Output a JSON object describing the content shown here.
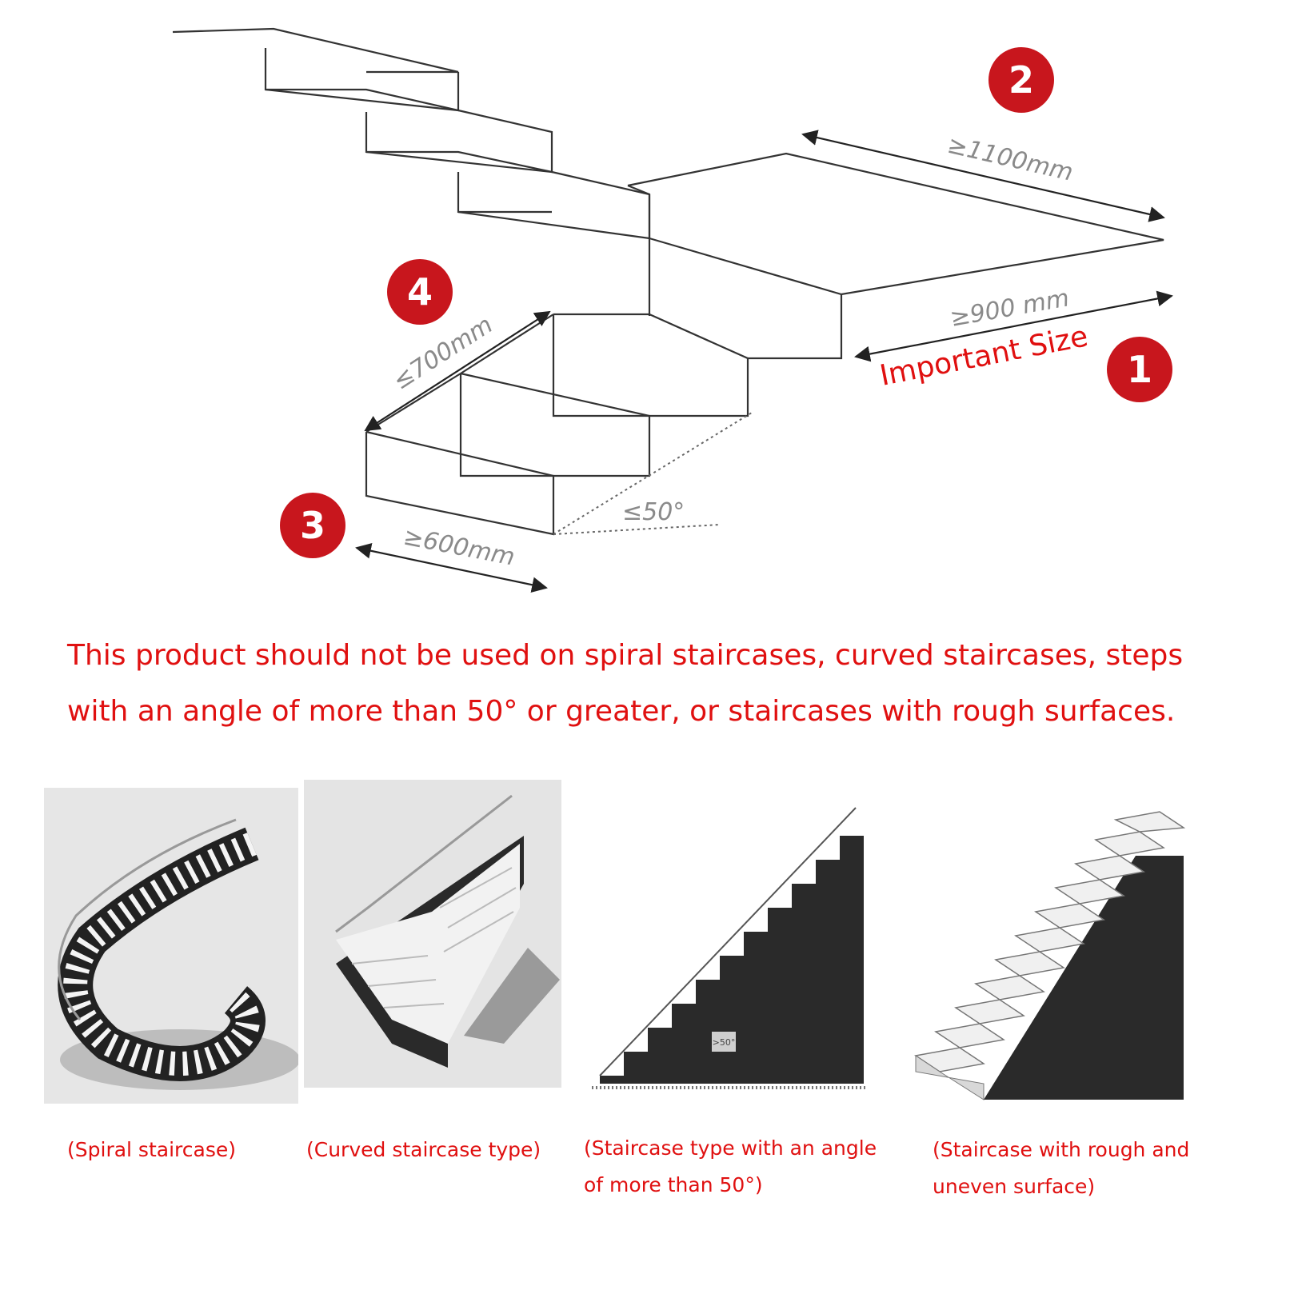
{
  "diagram": {
    "badges": [
      "1",
      "2",
      "3",
      "4"
    ],
    "dimensions": {
      "width_landing": "≥1100mm",
      "width_flight": "≥900 mm",
      "tread_depth": "≥600mm",
      "step_width": "≤700mm",
      "angle": "≤50°"
    },
    "important_label": "Important Size",
    "badge_color": "#c8161d"
  },
  "warning": {
    "line1": "This product should not be used on spiral staircases, curved staircases, steps",
    "line2": "with an angle of more than 50° or greater, or staircases with rough surfaces."
  },
  "examples": [
    {
      "icon": "spiral-staircase-image",
      "caption": "(Spiral staircase)"
    },
    {
      "icon": "curved-staircase-image",
      "caption": "(Curved staircase type)"
    },
    {
      "icon": "steep-staircase-image",
      "caption": "(Staircase type with an angle of more than 50°)",
      "badge_text": ">50°"
    },
    {
      "icon": "rough-staircase-image",
      "caption": "(Staircase with rough and uneven surface)"
    }
  ],
  "text_color": "#e01010"
}
